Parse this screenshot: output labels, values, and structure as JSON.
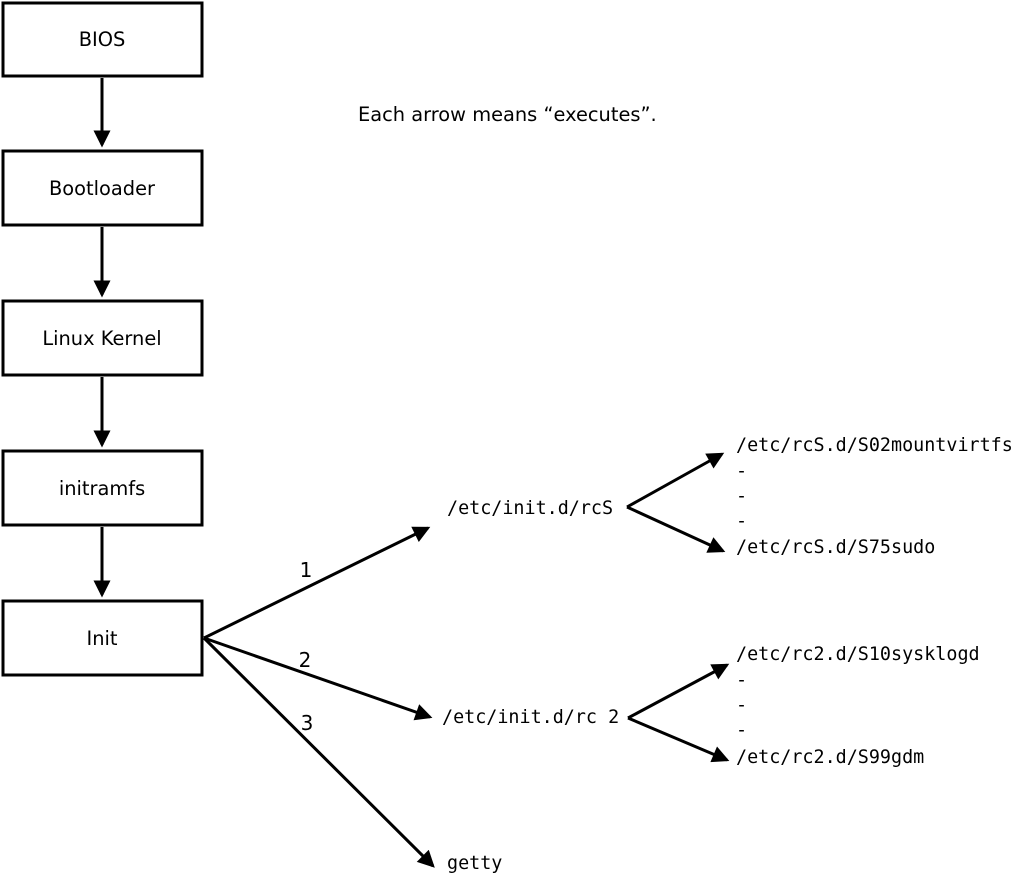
{
  "note": "Each arrow means “executes”.",
  "colors": {
    "line": "#000000",
    "text": "#000000",
    "background": "#ffffff",
    "box_fill": "#ffffff"
  },
  "chain": [
    {
      "label": "BIOS"
    },
    {
      "label": "Bootloader"
    },
    {
      "label": "Linux Kernel"
    },
    {
      "label": "initramfs"
    },
    {
      "label": "Init"
    }
  ],
  "branches": [
    {
      "label": "1",
      "target": "/etc/init.d/rcS",
      "children": [
        "/etc/rcS.d/S02mountvirtfs",
        "-",
        "-",
        "-",
        "/etc/rcS.d/S75sudo"
      ]
    },
    {
      "label": "2",
      "target": "/etc/init.d/rc 2",
      "children": [
        "/etc/rc2.d/S10sysklogd",
        "-",
        "-",
        "-",
        "/etc/rc2.d/S99gdm"
      ]
    },
    {
      "label": "3",
      "target": "getty",
      "children": []
    }
  ]
}
